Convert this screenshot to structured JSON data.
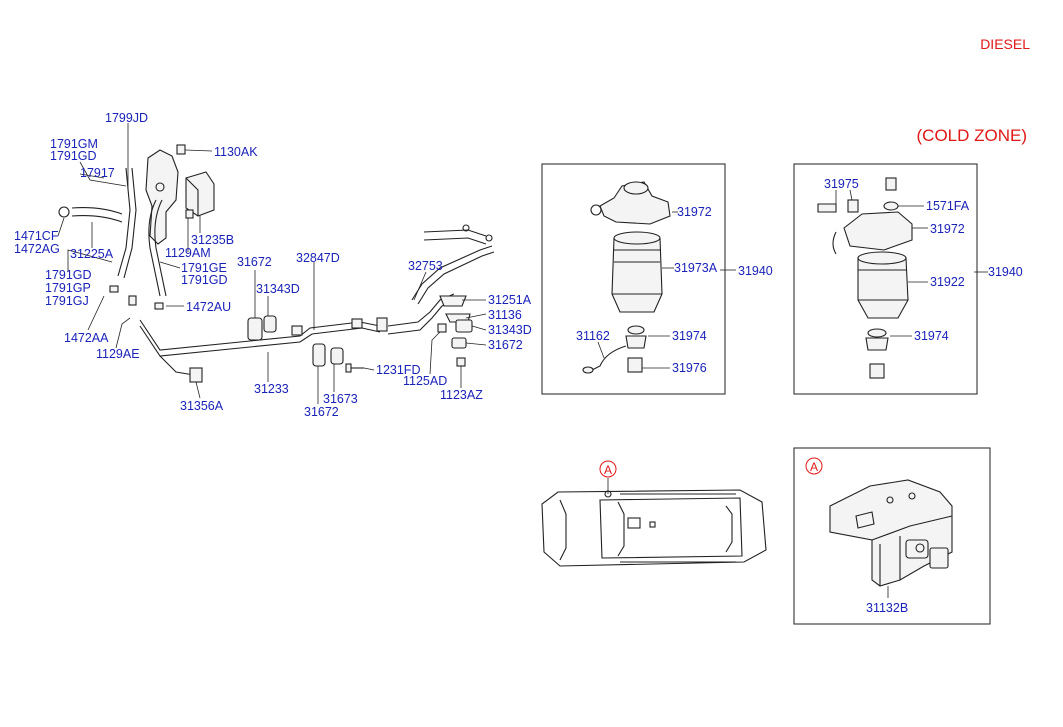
{
  "header": {
    "variant": "DIESEL",
    "zone": "(COLD ZONE)"
  },
  "labels": {
    "l_1799JD": "1799JD",
    "l_1791GM": "1791GM",
    "l_1791GD_a": "1791GD",
    "l_17917": "17917",
    "l_1130AK": "1130AK",
    "l_1471CF": "1471CF",
    "l_1472AG": "1472AG",
    "l_31225A": "31225A",
    "l_31235B": "31235B",
    "l_1129AM": "1129AM",
    "l_1791GE": "1791GE",
    "l_1791GD_b": "1791GD",
    "l_1791GD_c": "1791GD",
    "l_1791GP": "1791GP",
    "l_1791GJ": "1791GJ",
    "l_1472AU": "1472AU",
    "l_1472AA": "1472AA",
    "l_1129AE": "1129AE",
    "l_31672_a": "31672",
    "l_31343D_a": "31343D",
    "l_32847D": "32847D",
    "l_32753": "32753",
    "l_31251A": "31251A",
    "l_31136": "31136",
    "l_31343D_b": "31343D",
    "l_31672_b": "31672",
    "l_1231FD": "1231FD",
    "l_1125AD": "1125AD",
    "l_1123AZ": "1123AZ",
    "l_31233": "31233",
    "l_31356A": "31356A",
    "l_31673": "31673",
    "l_31672_c": "31672",
    "l_31972_a": "31972",
    "l_31973A": "31973A",
    "l_31940_a": "31940",
    "l_31162": "31162",
    "l_31974_a": "31974",
    "l_31976": "31976",
    "l_31975": "31975",
    "l_1571FA": "1571FA",
    "l_31972_b": "31972",
    "l_31922": "31922",
    "l_31940_b": "31940",
    "l_31974_b": "31974",
    "l_31132B": "31132B",
    "ref_a1": "A",
    "ref_a2": "A"
  }
}
